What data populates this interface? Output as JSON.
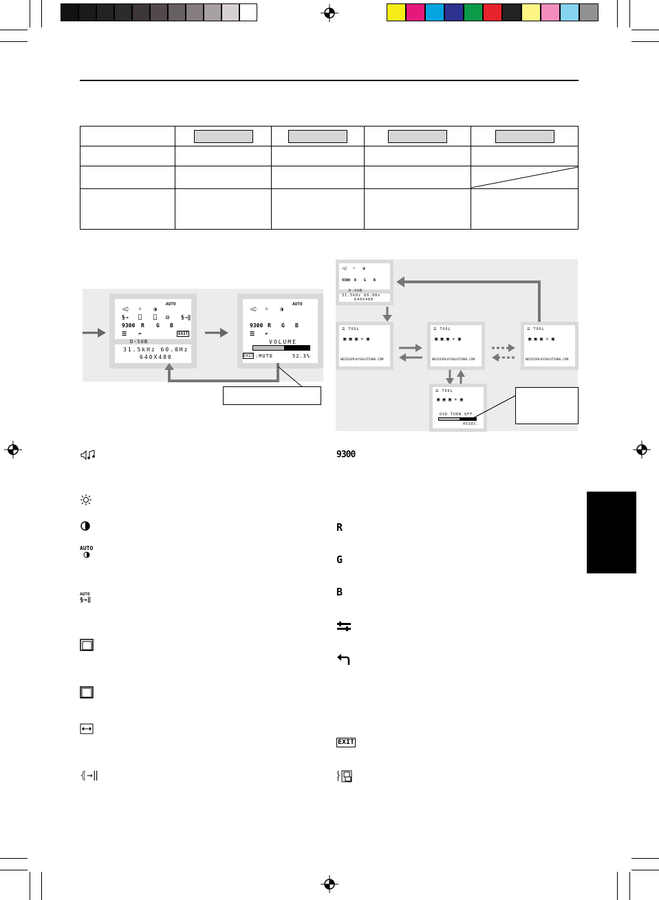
{
  "print_marks": {
    "gray_swatches": [
      "#111111",
      "#1a1a1a",
      "#222222",
      "#2b2b2b",
      "#3c3636",
      "#524a4a",
      "#676060",
      "#857d7d",
      "#a8a1a1",
      "#d6d0d0",
      "#ffffff"
    ],
    "color_swatches": [
      "#f7ec18",
      "#e5197a",
      "#05a5e2",
      "#2d3190",
      "#0a9a48",
      "#e5232b",
      "#222222",
      "#fdf584",
      "#f48dbe",
      "#86d3f1",
      "#919191"
    ]
  },
  "osd_left": {
    "screen1": {
      "source": "D-SUB",
      "freq": "31.5kHz  60.0Hz",
      "res": "640X480"
    },
    "screen2": {
      "title": "VOLUME",
      "exit_label": "EXIT",
      "value_label": ":MUTE",
      "value": "52.3%"
    }
  },
  "osd_right": {
    "main": {
      "source": "D-SUB",
      "freq": "31.5kHz  60.0Hz",
      "res": "640X480"
    },
    "tool_title": "TOOL",
    "tool_url": "NECDISPLAYSOLUTIONS.COM",
    "sub": {
      "title": "TOOL",
      "label": "OSD TURN OFF",
      "value": "45SEC."
    }
  },
  "icons": {
    "exit": "EXIT",
    "color_9300": "9300",
    "r": "R",
    "g": "G",
    "b": "B",
    "auto": "AUTO"
  }
}
